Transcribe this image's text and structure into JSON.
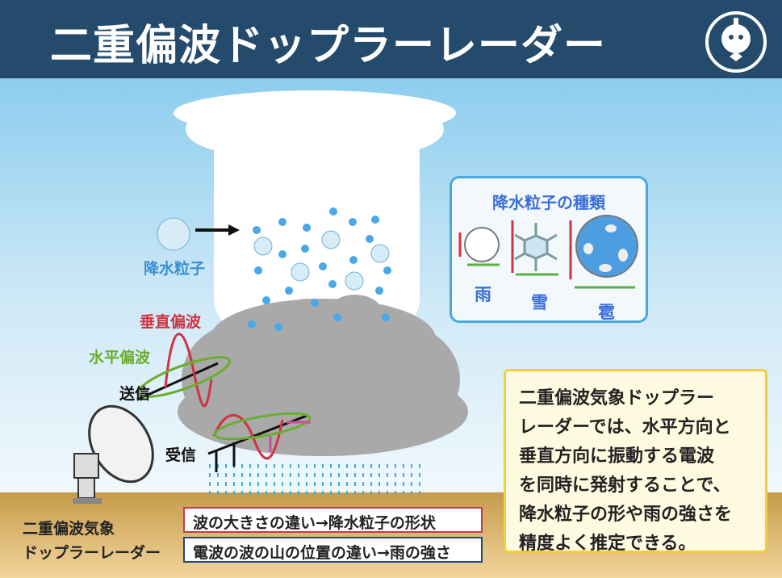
{
  "header": {
    "title": "二重偏波ドップラーレーダー"
  },
  "diagram": {
    "particle_label": "降水粒子",
    "vertical_wave": "垂直偏波",
    "horizontal_wave": "水平偏波",
    "transmit": "送信",
    "receive": "受信",
    "radar_label_line1": "二重偏波気象",
    "radar_label_line2": "ドップラーレーダー"
  },
  "particle_types": {
    "title": "降水粒子の種類",
    "items": [
      "雨",
      "雪",
      "雹"
    ]
  },
  "findings": [
    "波の大きさの違い→降水粒子の形状",
    "電波の波の山の位置の違い→雨の強さ"
  ],
  "info": {
    "lines": [
      "二重偏波気象ドップラー",
      "レーダーでは、水平方向と",
      "垂直方向に振動する電波",
      "を同時に発射することで、",
      "降水粒子の形や雨の強さを",
      "精度よく推定できる。"
    ]
  },
  "colors": {
    "header": "#244a6c",
    "vertical": "#d0333f",
    "horizontal": "#6aae2e",
    "particle": "#3a6fd8"
  }
}
